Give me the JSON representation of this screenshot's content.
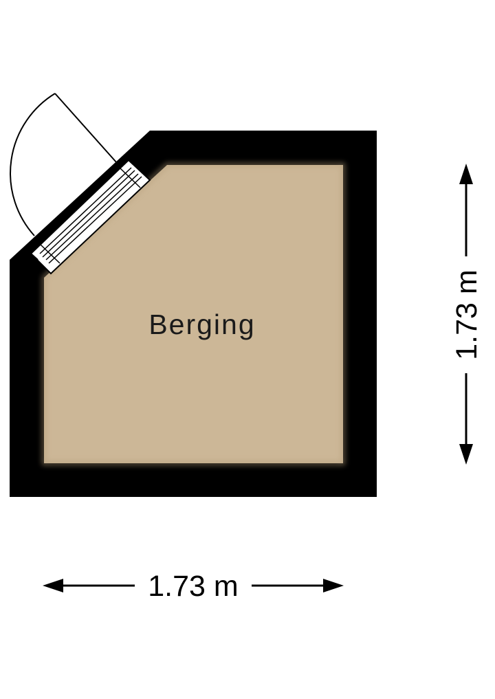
{
  "room": {
    "name": "Berging",
    "floor_color": "#ccb797",
    "wall_color": "#000000"
  },
  "dimensions": {
    "width": "1.73 m",
    "depth": "1.73 m"
  },
  "icons": {
    "door": "door-swing-icon",
    "window": "window-icon",
    "arrow": "dimension-arrow-icon"
  }
}
